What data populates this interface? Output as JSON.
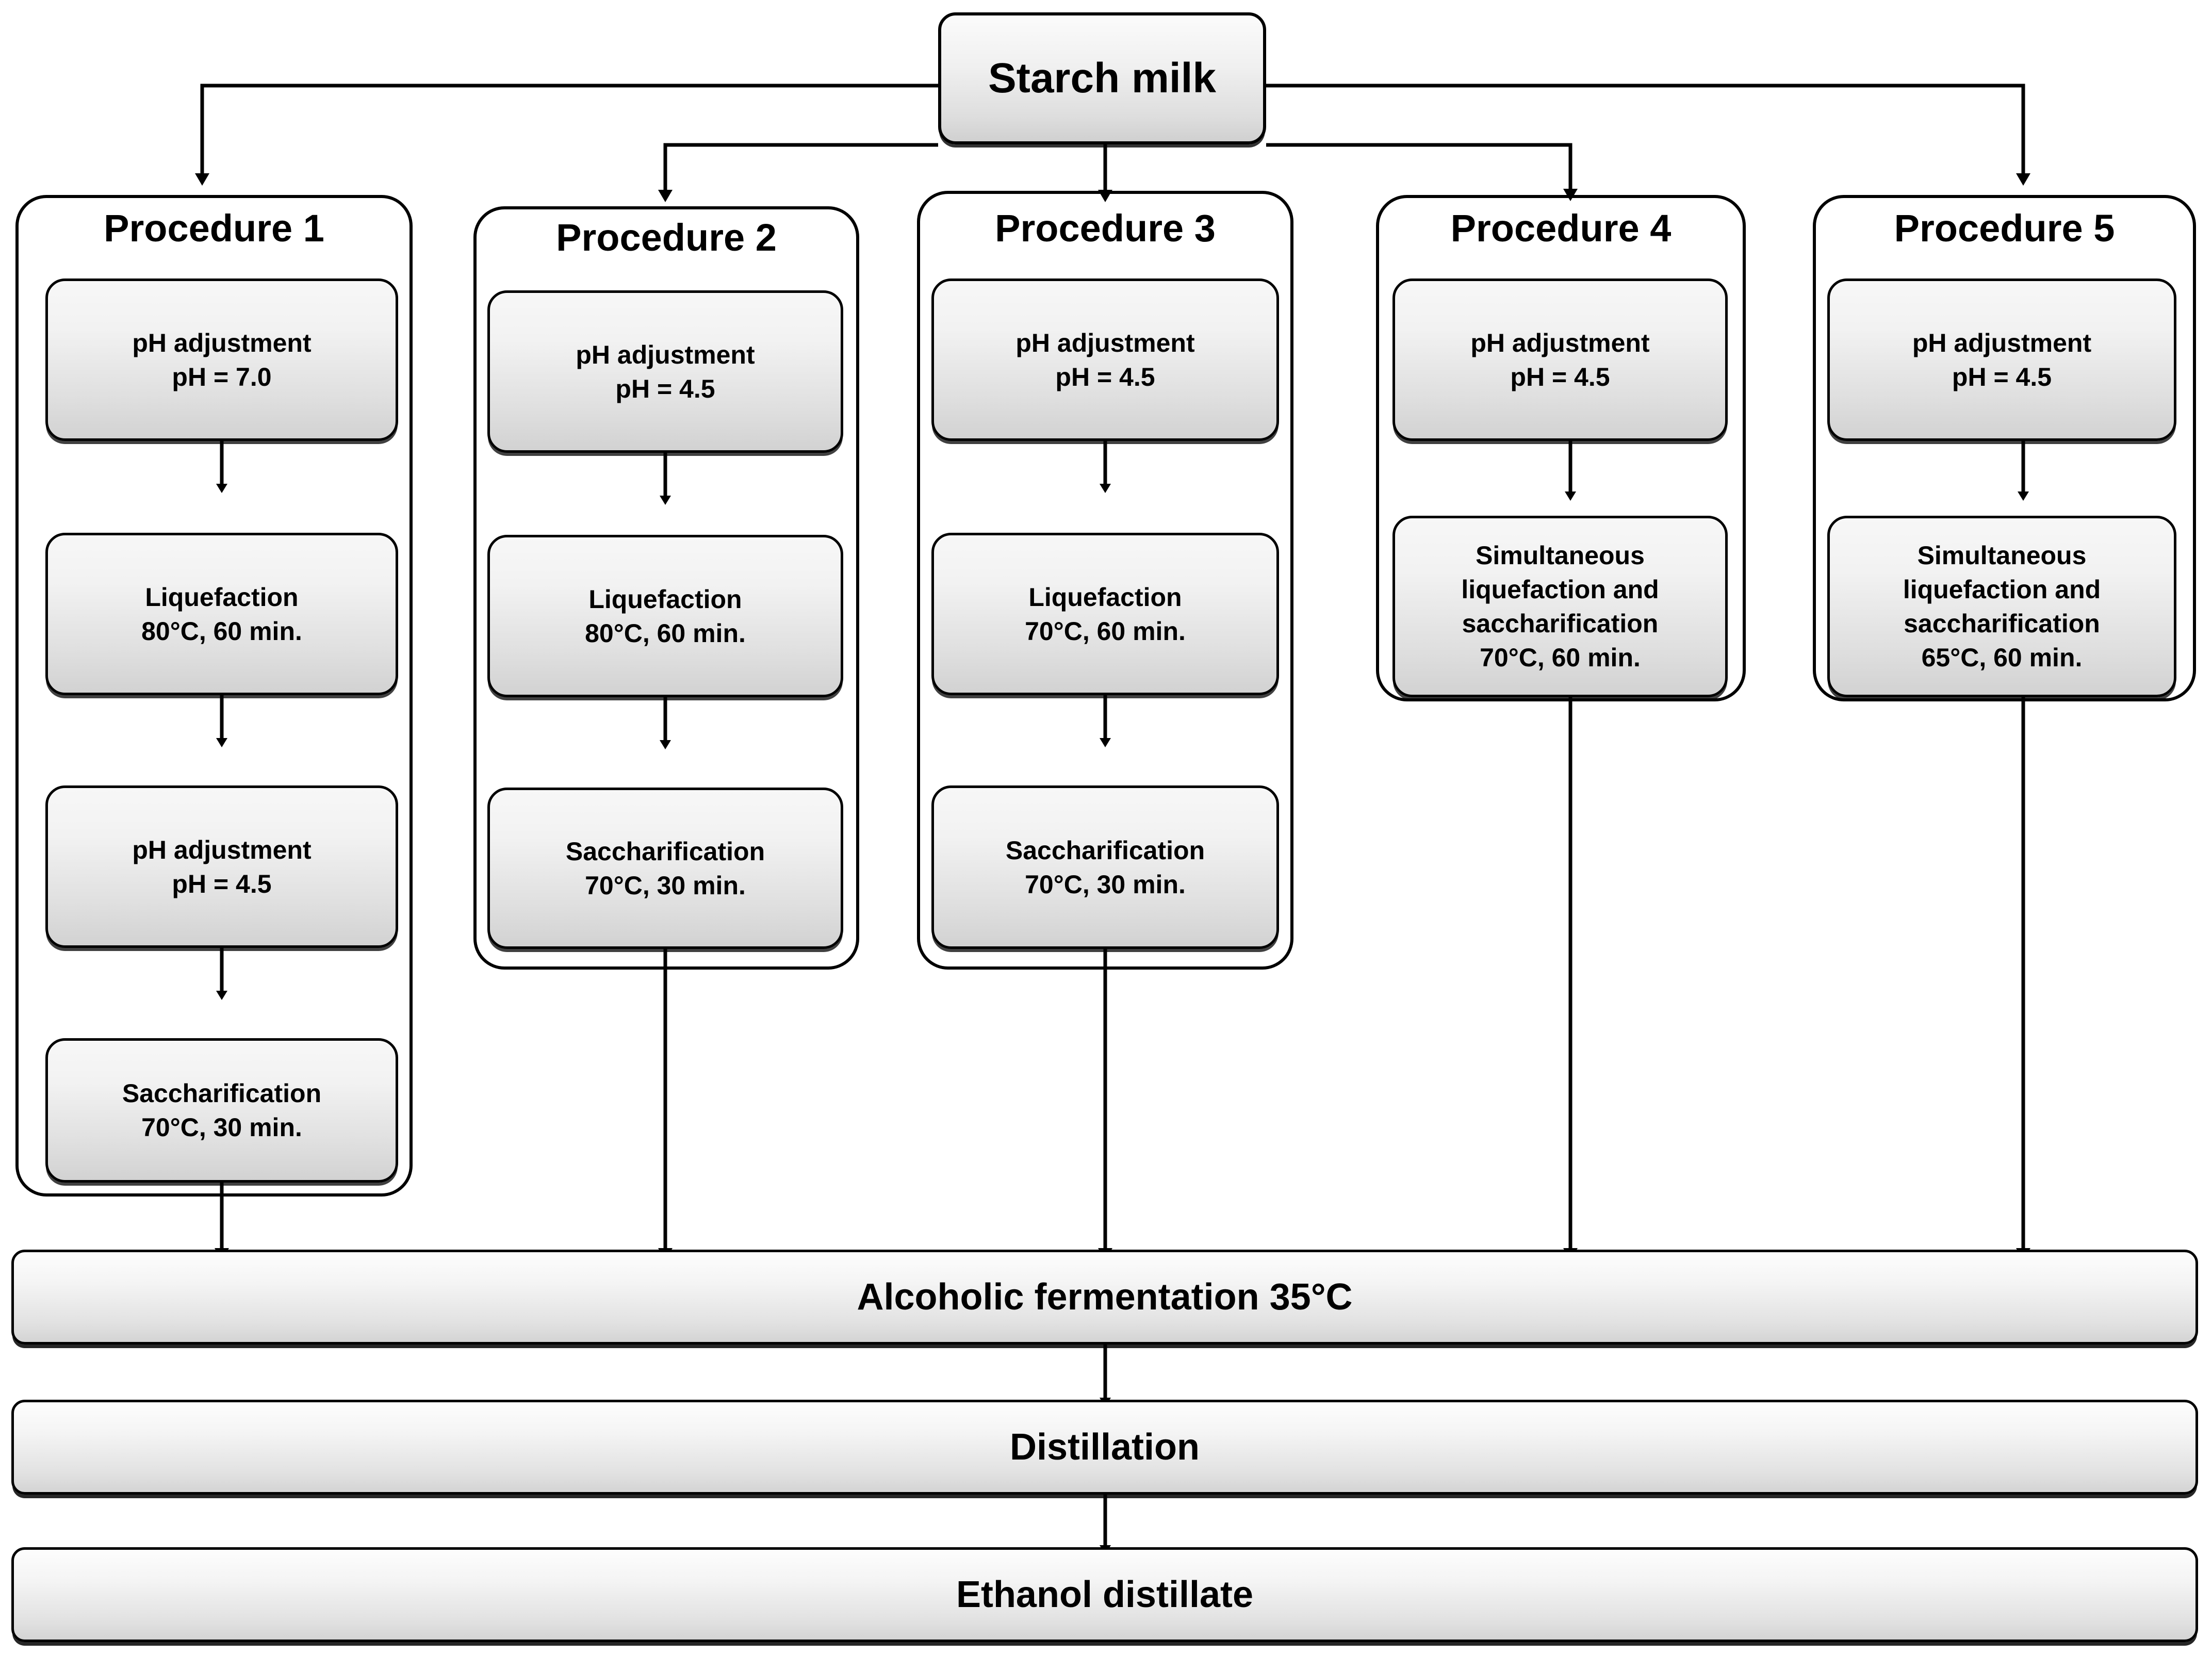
{
  "diagram": {
    "title": "Starch milk to ethanol distillate process flowchart",
    "source": {
      "label": "Starch milk"
    },
    "procedures": [
      {
        "title": "Procedure 1",
        "steps": [
          {
            "name": "ph-adjustment",
            "line1": "pH adjustment",
            "line2": "pH = 7.0"
          },
          {
            "name": "liquefaction",
            "line1": "Liquefaction",
            "line2": "80°C, 60 min."
          },
          {
            "name": "ph-adjustment-2",
            "line1": "pH adjustment",
            "line2": "pH = 4.5"
          },
          {
            "name": "saccharification",
            "line1": "Saccharification",
            "line2": "70°C, 30 min."
          }
        ]
      },
      {
        "title": "Procedure 2",
        "steps": [
          {
            "name": "ph-adjustment",
            "line1": "pH adjustment",
            "line2": "pH = 4.5"
          },
          {
            "name": "liquefaction",
            "line1": "Liquefaction",
            "line2": "80°C, 60 min."
          },
          {
            "name": "saccharification",
            "line1": "Saccharification",
            "line2": "70°C, 30 min."
          }
        ]
      },
      {
        "title": "Procedure 3",
        "steps": [
          {
            "name": "ph-adjustment",
            "line1": "pH adjustment",
            "line2": "pH = 4.5"
          },
          {
            "name": "liquefaction",
            "line1": "Liquefaction",
            "line2": "70°C, 60 min."
          },
          {
            "name": "saccharification",
            "line1": "Saccharification",
            "line2": "70°C, 30 min."
          }
        ]
      },
      {
        "title": "Procedure 4",
        "steps": [
          {
            "name": "ph-adjustment",
            "line1": "pH adjustment",
            "line2": "pH = 4.5"
          },
          {
            "name": "simultaneous-liquefaction-saccharification",
            "line1": "Simultaneous",
            "line2": "liquefaction and",
            "line3": "saccharification",
            "line4": "70°C, 60 min."
          }
        ]
      },
      {
        "title": "Procedure 5",
        "steps": [
          {
            "name": "ph-adjustment",
            "line1": "pH adjustment",
            "line2": "pH = 4.5"
          },
          {
            "name": "simultaneous-liquefaction-saccharification",
            "line1": "Simultaneous",
            "line2": "liquefaction and",
            "line3": "saccharification",
            "line4": "65°C, 60 min."
          }
        ]
      }
    ],
    "bars": [
      {
        "name": "alcoholic-fermentation",
        "label": "Alcoholic fermentation 35°C"
      },
      {
        "name": "distillation",
        "label": "Distillation"
      },
      {
        "name": "ethanol-distillate",
        "label": "Ethanol distillate"
      }
    ],
    "colors": {
      "stroke": "#000000",
      "box_fill_top": "#f7f7f7",
      "box_fill_bottom": "#d2d2d2",
      "background": "#ffffff",
      "text": "#000000"
    }
  }
}
